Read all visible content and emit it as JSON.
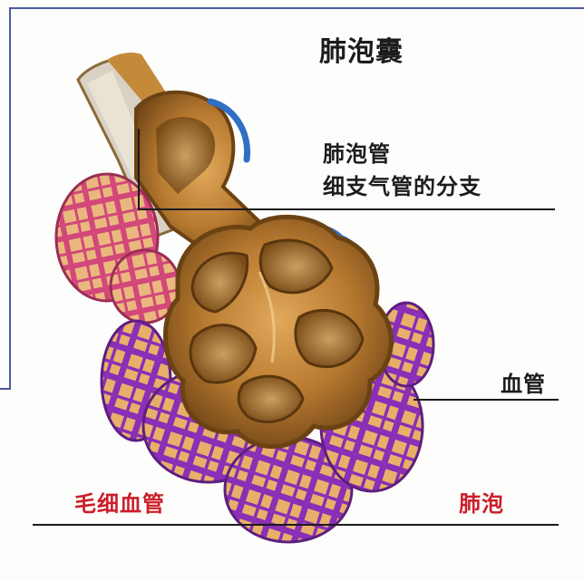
{
  "labels": {
    "alveolar_sac": "肺泡囊",
    "alveolar_duct": "肺泡管",
    "bronchiole_branch": "细支气管的分支",
    "blood_vessel": "血管",
    "capillary": "毛细血管",
    "alveolus": "肺泡"
  },
  "colors": {
    "frame": "#4a5aa0",
    "leader_line": "#1b1b1b",
    "text_dark": "#1c1c1c",
    "text_red": "#cc1e2a",
    "tissue": "#b07a2a",
    "tissue_dark": "#6b4213",
    "capillary_purple": "#8a2fb6",
    "capillary_pink": "#d2487a",
    "vessel_blue": "#2f6fc4"
  }
}
